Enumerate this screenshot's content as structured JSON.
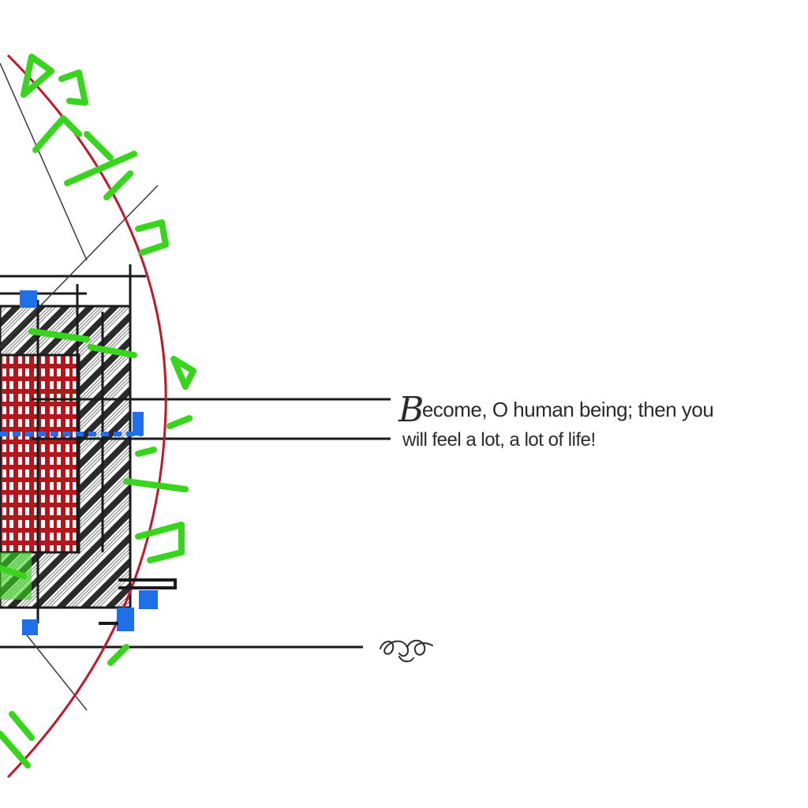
{
  "quote": {
    "dropcap": "B",
    "line1_rest": "ecome, O human being; then you",
    "line2": "will feel a lot, a lot of life!"
  },
  "colors": {
    "brick": "#b3171c",
    "green": "#39d41e",
    "blue": "#1f6fe8",
    "red_arc": "#c0172a",
    "ink": "#1a1a1a"
  },
  "icons": [
    "flourish-ornament"
  ]
}
